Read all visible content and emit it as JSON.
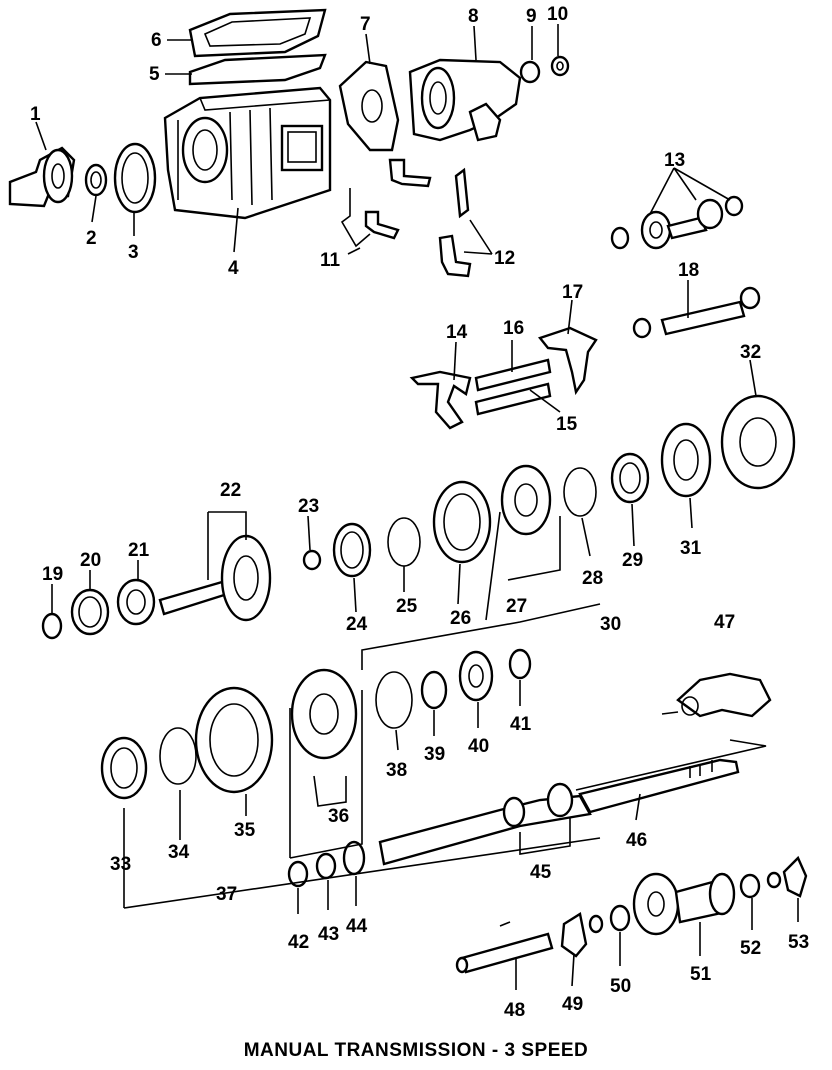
{
  "caption": "MANUAL TRANSMISSION - 3 SPEED",
  "callouts": [
    "1",
    "2",
    "3",
    "4",
    "5",
    "6",
    "7",
    "8",
    "9",
    "10",
    "11",
    "12",
    "13",
    "14",
    "15",
    "16",
    "17",
    "18",
    "19",
    "20",
    "21",
    "22",
    "23",
    "24",
    "25",
    "26",
    "27",
    "28",
    "29",
    "30",
    "31",
    "32",
    "33",
    "34",
    "35",
    "36",
    "37",
    "38",
    "39",
    "40",
    "41",
    "42",
    "43",
    "44",
    "45",
    "46",
    "47",
    "48",
    "49",
    "50",
    "51",
    "52",
    "53"
  ]
}
